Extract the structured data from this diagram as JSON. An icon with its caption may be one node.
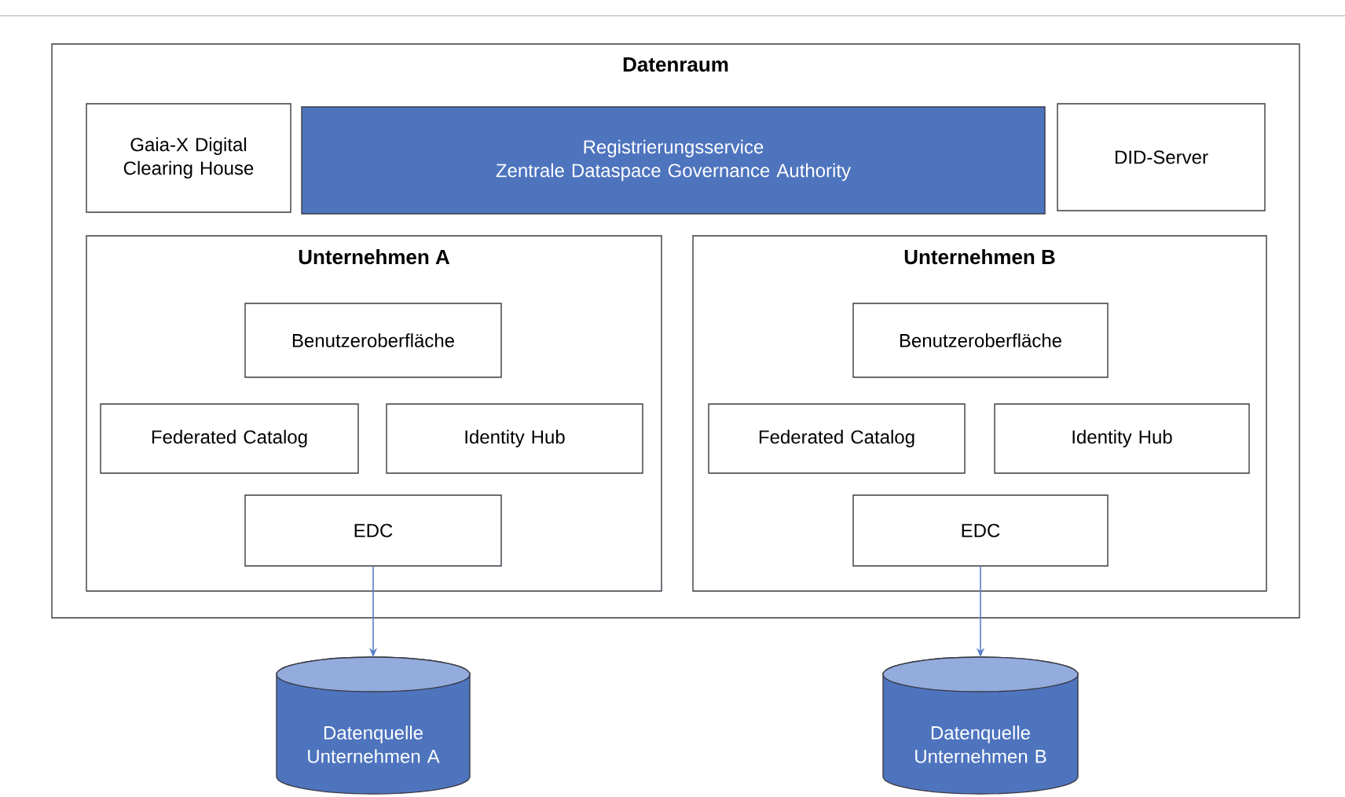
{
  "diagram": {
    "nodes": [
      {
        "text": [
          "Datenraum"
        ]
      },
      {
        "text": [
          "Gaia-X Digital Clearing House"
        ],
        "in": 0
      },
      {
        "text": [
          "Registrierungsservice",
          "Zentrale Dataspace Governance Authority"
        ],
        "in": 0
      },
      {
        "text": [
          "DID-Server"
        ],
        "in": 0
      },
      {
        "text": [
          "Unternehmen A"
        ],
        "in": 0
      },
      {
        "text": [
          "Benutzeroberfläche"
        ],
        "in": 4
      },
      {
        "text": [
          "Federated Catalog"
        ],
        "in": 4
      },
      {
        "text": [
          "Identity Hub"
        ],
        "in": 4
      },
      {
        "text": [
          "EDC"
        ],
        "in": 4
      },
      {
        "text": [
          "Unternehmen B"
        ],
        "in": 0
      },
      {
        "text": [
          "Benutzeroberfläche"
        ],
        "in": 9
      },
      {
        "text": [
          "Federated Catalog"
        ],
        "in": 9
      },
      {
        "text": [
          "Identity Hub"
        ],
        "in": 9
      },
      {
        "text": [
          "EDC"
        ],
        "in": 9
      },
      {
        "text": [
          "Datenquelle Unternehmen A"
        ]
      },
      {
        "text": [
          "Datenquelle Unternehmen B"
        ]
      }
    ],
    "edges": [
      {
        "from": 8,
        "to": 14,
        "arrow": "to"
      },
      {
        "from": 13,
        "to": 15,
        "arrow": "to"
      }
    ]
  }
}
